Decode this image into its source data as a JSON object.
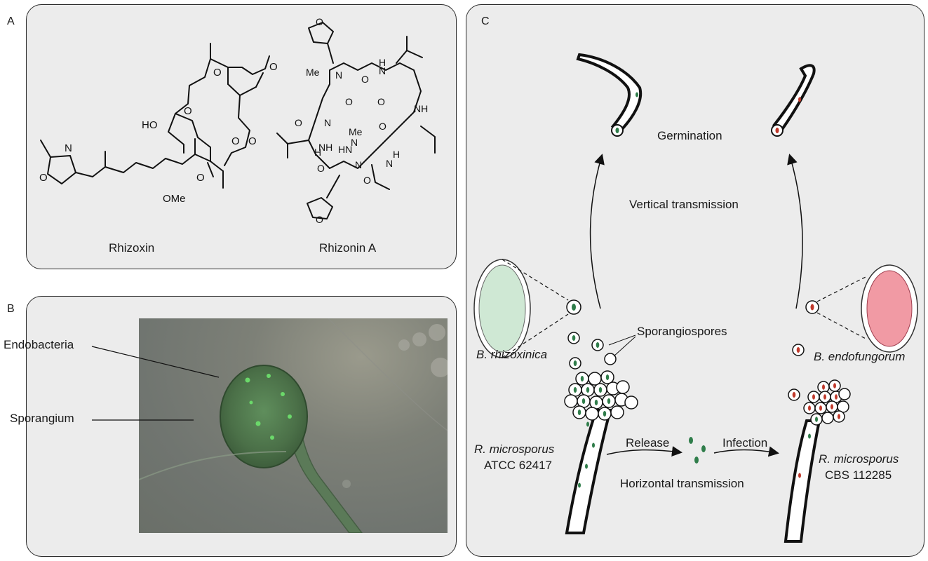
{
  "panels": {
    "a": {
      "letter": "A",
      "compound1": "Rhizoxin",
      "compound2": "Rhizonin A"
    },
    "b": {
      "letter": "B",
      "label_endobacteria": "Endobacteria",
      "label_sporangium": "Sporangium"
    },
    "c": {
      "letter": "C",
      "germination": "Germination",
      "vertical": "Vertical transmission",
      "sporangiospores": "Sporangiospores",
      "left_species": "B. rhizoxinica",
      "right_species": "B. endofungorum",
      "left_host_name": "R. microsporus",
      "left_host_strain": "ATCC 62417",
      "right_host_name": "R. microsporus",
      "right_host_strain": "CBS 112285",
      "release": "Release",
      "infection": "Infection",
      "horizontal": "Horizontal transmission"
    }
  },
  "molecule_atoms": {
    "rhizoxin": [
      "N",
      "O",
      "HO",
      "O",
      "O",
      "O",
      "O",
      "O",
      "O",
      "OMe"
    ],
    "rhizonin": [
      "O",
      "N",
      "Me",
      "N",
      "H",
      "O",
      "O",
      "NH",
      "O",
      "N",
      "O",
      "NH",
      "O",
      "H",
      "N",
      "N",
      "Me",
      "HN",
      "O",
      "N",
      "H",
      "O",
      "O"
    ]
  },
  "colors": {
    "panel_bg": "#ececec",
    "green_bacteria": "#2f7d4a",
    "red_bacteria": "#c0392b",
    "light_green": "#cfe8d4",
    "light_red": "#f19aa4"
  }
}
